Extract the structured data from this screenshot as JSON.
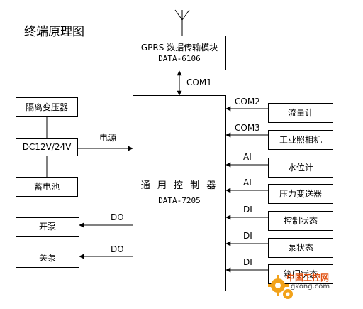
{
  "title": "终端原理图",
  "gprs": {
    "line1": "GPRS 数据传输模块",
    "line2": "DATA-6106"
  },
  "controller": {
    "line1": "通 用 控 制 器",
    "line2": "DATA-7205"
  },
  "left_boxes": {
    "isolation": "隔离变压器",
    "dc": "DC12V/24V",
    "battery": "蓄电池",
    "pump_on": "开泵",
    "pump_off": "关泵"
  },
  "right_boxes": {
    "flowmeter": "流量计",
    "camera": "工业照相机",
    "level": "水位计",
    "pressure": "压力变送器",
    "control_state": "控制状态",
    "pump_state": "泵状态",
    "box_state": "箱门状态"
  },
  "labels": {
    "com1": "COM1",
    "power": "电源",
    "do1": "DO",
    "do2": "DO",
    "com2": "COM2",
    "com3": "COM3",
    "ai1": "AI",
    "ai2": "AI",
    "di1": "DI",
    "di2": "DI",
    "di3": "DI"
  },
  "watermark": {
    "brand": "中国工控网",
    "url": "gkong.com"
  },
  "colors": {
    "watermark_orange": "#f2a21a",
    "watermark_red": "#e05010"
  }
}
